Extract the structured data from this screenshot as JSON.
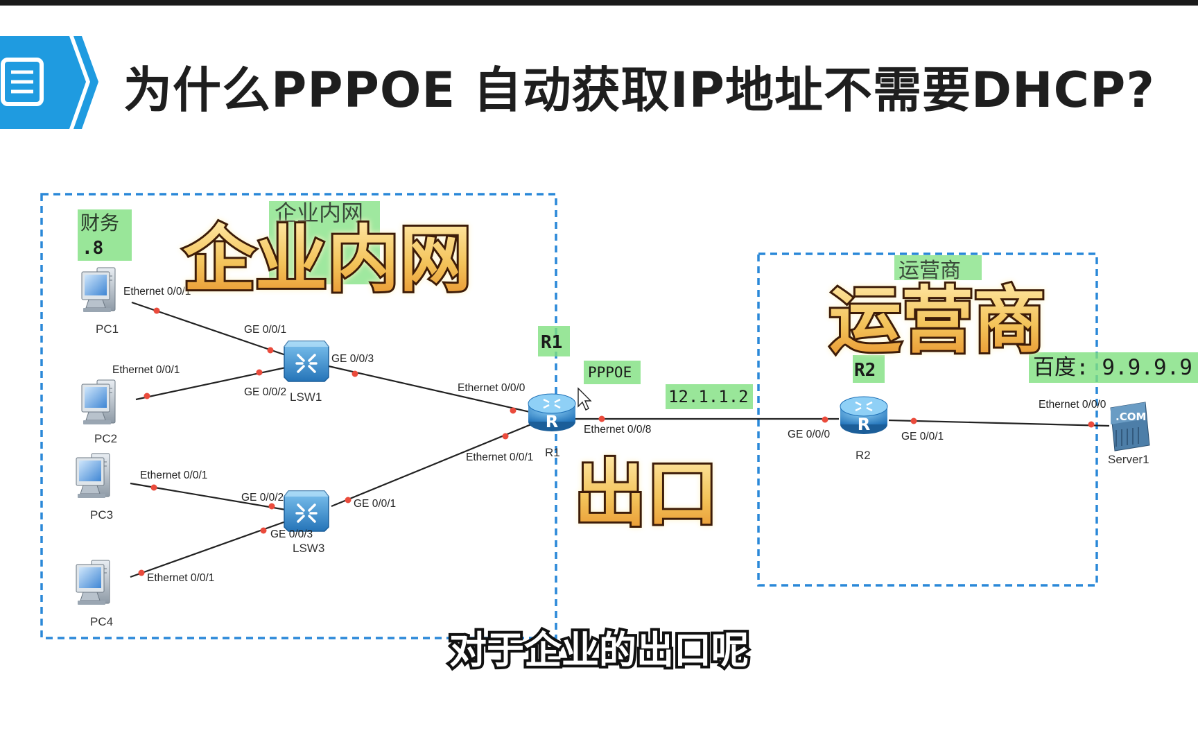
{
  "slide_title": "为什么PPPOE 自动获取IP地址不需要DHCP?",
  "subtitle_caption": "对于企业的出口呢",
  "colors": {
    "accent_blue": "#1f9be0",
    "dashed_border": "#2a88d8",
    "label_green": "#7fe07f",
    "big_text_fill": "#f3c35a",
    "big_text_stroke": "#3d1c08"
  },
  "overlays": {
    "enterprise": "企业内网",
    "isp": "运营商",
    "exit": "出口"
  },
  "green_labels": {
    "finance": "财务",
    "finance_ip": ".8",
    "enterprise_small": "企业内网",
    "isp_small": "运营商",
    "r1": "R1",
    "pppoe": "PPPOE",
    "ip": "12.1.1.2",
    "r2": "R2",
    "baidu": "百度: 9.9.9.9"
  },
  "devices": {
    "pc1": "PC1",
    "pc2": "PC2",
    "pc3": "PC3",
    "pc4": "PC4",
    "lsw1": "LSW1",
    "lsw3": "LSW3",
    "r1": "R1",
    "r2": "R2",
    "server1": "Server1",
    "server_badge": ".COM"
  },
  "ports": {
    "pc1_eth": "Ethernet 0/0/1",
    "pc2_eth": "Ethernet 0/0/1",
    "pc3_eth": "Ethernet 0/0/1",
    "pc4_eth": "Ethernet 0/0/1",
    "lsw1_g1": "GE 0/0/1",
    "lsw1_g2": "GE 0/0/2",
    "lsw1_g3": "GE 0/0/3",
    "lsw3_g1": "GE 0/0/1",
    "lsw3_g2": "GE 0/0/2",
    "lsw3_g3": "GE 0/0/3",
    "r1_e0": "Ethernet 0/0/0",
    "r1_e1": "Ethernet 0/0/1",
    "r1_e8": "Ethernet 0/0/8",
    "r2_g0": "GE 0/0/0",
    "r2_g1": "GE 0/0/1",
    "server_eth": "Ethernet 0/0/0"
  }
}
